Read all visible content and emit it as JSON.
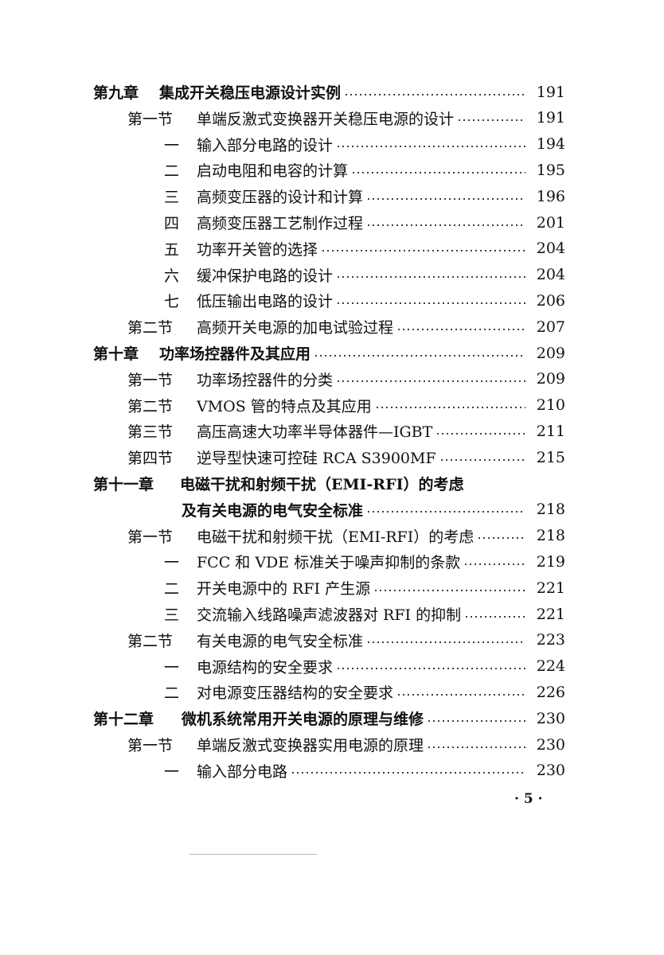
{
  "toc": [
    {
      "level": 0,
      "num": "第九章",
      "title": "集成开关稳压电源设计实例",
      "page": "191",
      "bold": true
    },
    {
      "level": 1,
      "num": "第一节",
      "title": "单端反激式变换器开关稳压电源的设计",
      "page": "191"
    },
    {
      "level": 2,
      "num": "一",
      "title": "输入部分电路的设计",
      "page": "194"
    },
    {
      "level": 2,
      "num": "二",
      "title": "启动电阻和电容的计算",
      "page": "195"
    },
    {
      "level": 2,
      "num": "三",
      "title": "高频变压器的设计和计算",
      "page": "196"
    },
    {
      "level": 2,
      "num": "四",
      "title": "高频变压器工艺制作过程",
      "page": "201"
    },
    {
      "level": 2,
      "num": "五",
      "title": "功率开关管的选择",
      "page": "204"
    },
    {
      "level": 2,
      "num": "六",
      "title": "缓冲保护电路的设计",
      "page": "204"
    },
    {
      "level": 2,
      "num": "七",
      "title": "低压输出电路的设计",
      "page": "206"
    },
    {
      "level": 1,
      "num": "第二节",
      "title": "高频开关电源的加电试验过程",
      "page": "207"
    },
    {
      "level": 0,
      "num": "第十章",
      "title": "功率场控器件及其应用",
      "page": "209",
      "bold": true
    },
    {
      "level": 1,
      "num": "第一节",
      "title": "功率场控器件的分类",
      "page": "209"
    },
    {
      "level": 1,
      "num": "第二节",
      "title": "VMOS 管的特点及其应用",
      "page": "210"
    },
    {
      "level": 1,
      "num": "第三节",
      "title": "高压高速大功率半导体器件—IGBT",
      "page": "211"
    },
    {
      "level": 1,
      "num": "第四节",
      "title": "逆导型快速可控硅 RCA S3900MF",
      "page": "215"
    },
    {
      "level": 0,
      "num": "第十一章",
      "title": "电磁干扰和射频干扰（EMI-RFI）的考虑",
      "page": "",
      "bold": true,
      "noleader": true
    },
    {
      "level": 3,
      "num": "",
      "title": "及有关电源的电气安全标准",
      "page": "218",
      "bold": true
    },
    {
      "level": 1,
      "num": "第一节",
      "title": "电磁干扰和射频干扰（EMI-RFI）的考虑",
      "page": "218"
    },
    {
      "level": 2,
      "num": "一",
      "title": "FCC 和 VDE 标准关于噪声抑制的条款",
      "page": "219"
    },
    {
      "level": 2,
      "num": "二",
      "title": "开关电源中的 RFI 产生源",
      "page": "221"
    },
    {
      "level": 2,
      "num": "三",
      "title": "交流输入线路噪声滤波器对 RFI 的抑制",
      "page": "221"
    },
    {
      "level": 1,
      "num": "第二节",
      "title": "有关电源的电气安全标准",
      "page": "223"
    },
    {
      "level": 2,
      "num": "一",
      "title": "电源结构的安全要求",
      "page": "224"
    },
    {
      "level": 2,
      "num": "二",
      "title": "对电源变压器结构的安全要求",
      "page": "226"
    },
    {
      "level": 0,
      "num": "第十二章",
      "title": "微机系统常用开关电源的原理与维修",
      "page": "230",
      "bold": true
    },
    {
      "level": 1,
      "num": "第一节",
      "title": "单端反激式变换器实用电源的原理",
      "page": "230"
    },
    {
      "level": 2,
      "num": "一",
      "title": "输入部分电路",
      "page": "230"
    }
  ],
  "folio": "· 5 ·"
}
